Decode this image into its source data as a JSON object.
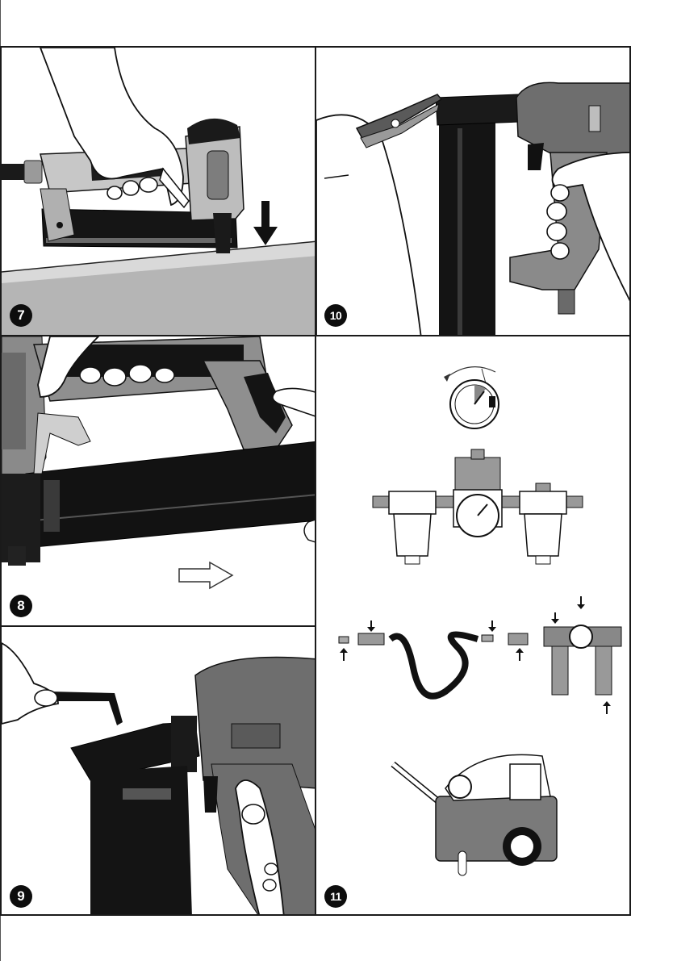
{
  "steps": [
    {
      "number": "7",
      "label": "step-7"
    },
    {
      "number": "10",
      "label": "step-10"
    },
    {
      "number": "8",
      "label": "step-8"
    },
    {
      "number": "11",
      "label": "step-11"
    },
    {
      "number": "9",
      "label": "step-9"
    }
  ],
  "icons": {
    "step7": "press-down-arrow-icon",
    "step8": "slide-right-arrow-icon",
    "step10": "pliers-icon",
    "step9": "hex-key-icon",
    "step11_gauge": "pressure-gauge-icon",
    "step11_frl": "filter-regulator-lubricator-icon",
    "step11_hose": "air-hose-fittings-icon",
    "step11_compressor": "air-compressor-icon"
  },
  "colors": {
    "tool_black": "#141414",
    "tool_grey": "#8a8a8a",
    "tool_light": "#c9c9c9",
    "surface": "#b8b8b8"
  }
}
